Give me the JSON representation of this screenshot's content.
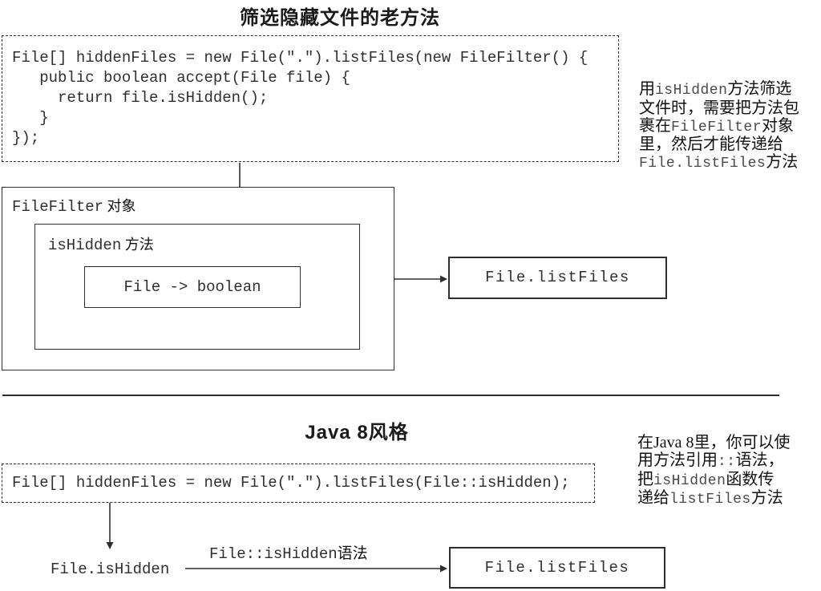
{
  "old_section": {
    "title": "筛选隐藏文件的老方法",
    "code_lines": [
      "File[] hiddenFiles = new File(\".\").listFiles(new FileFilter() {",
      "   public boolean accept(File file) {",
      "     return file.isHidden();",
      "   }",
      "});"
    ],
    "filefilter_box_label": {
      "code": "FileFilter",
      "cjk": " 对象"
    },
    "ishidden_box_label": {
      "code": "isHidden",
      "cjk": " 方法"
    },
    "lambda_box_label": "File -> boolean",
    "listfiles_box_label": "File.listFiles",
    "annotation_lines": [
      [
        {
          "t": "用"
        },
        {
          "t": "isHidden",
          "code": true
        },
        {
          "t": "方法筛选"
        }
      ],
      [
        {
          "t": "文件时，需要把方法包"
        }
      ],
      [
        {
          "t": "裹在"
        },
        {
          "t": "FileFilter",
          "code": true
        },
        {
          "t": "对象"
        }
      ],
      [
        {
          "t": "里，然后才能传递给"
        }
      ],
      [
        {
          "t": "File.listFiles",
          "code": true
        },
        {
          "t": "方法"
        }
      ]
    ]
  },
  "new_section": {
    "title": "Java 8风格",
    "code_lines": [
      "File[] hiddenFiles = new File(\".\").listFiles(File::isHidden);"
    ],
    "file_ishidden_label": "File.isHidden",
    "syntax_arrow_label": {
      "code": "File::isHidden",
      "cjk": "语法"
    },
    "listfiles_box_label": "File.listFiles",
    "annotation_lines": [
      [
        {
          "t": "在Java 8里，你可以使"
        }
      ],
      [
        {
          "t": "用方法引用"
        },
        {
          "t": "::",
          "code": true
        },
        {
          "t": "语法，"
        }
      ],
      [
        {
          "t": "把"
        },
        {
          "t": "isHidden",
          "code": true
        },
        {
          "t": "函数传"
        }
      ],
      [
        {
          "t": "递给"
        },
        {
          "t": "listFiles",
          "code": true
        },
        {
          "t": "方法"
        }
      ]
    ]
  },
  "colors": {
    "line": "#2e2e2e",
    "text": "#1a1a1a",
    "background": "#ffffff"
  }
}
